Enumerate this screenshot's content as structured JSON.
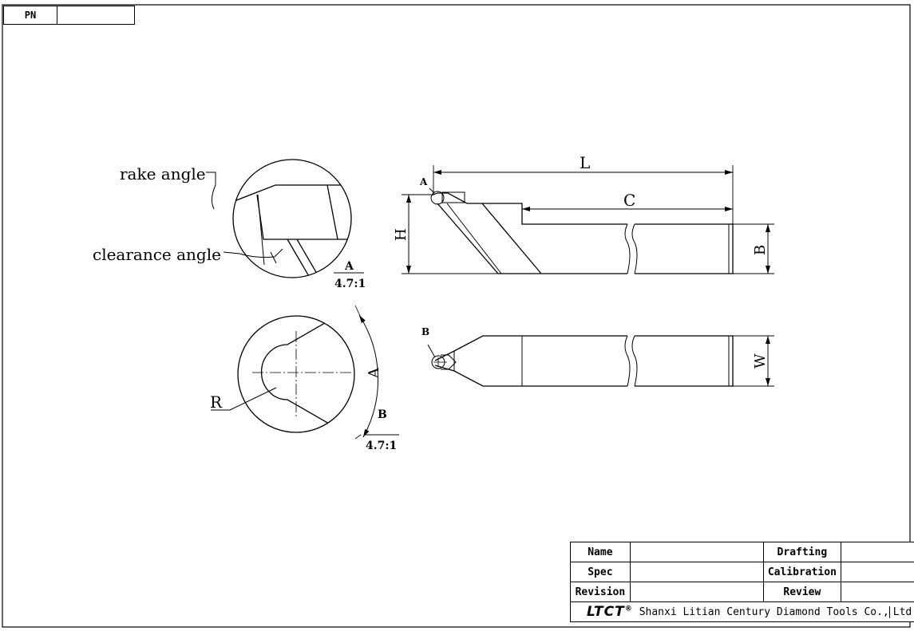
{
  "header": {
    "pn_label": "PN",
    "pn_value": ""
  },
  "detail_a": {
    "rake_label": "rake angle",
    "clearance_label": "clearance angle",
    "view_letter": "A",
    "scale": "4.7:1"
  },
  "detail_b": {
    "radius_label": "R",
    "angle_label": "A",
    "view_letter": "B",
    "scale": "4.7:1"
  },
  "side_view": {
    "callout": "A",
    "dim_length": "L",
    "dim_c": "C",
    "dim_height": "H",
    "dim_b": "B"
  },
  "top_view": {
    "callout": "B",
    "dim_width": "W"
  },
  "title_block": {
    "name_label": "Name",
    "spec_label": "Spec",
    "revision_label": "Revision",
    "drafting_label": "Drafting",
    "calibration_label": "Calibration",
    "review_label": "Review",
    "name_value": "",
    "spec_value": "",
    "revision_value": "",
    "drafting_value": "",
    "calibration_value": "",
    "review_value": "",
    "logo": "LTCT",
    "logo_mark": "®",
    "company": "Shanxi Litian Century Diamond Tools Co.,",
    "company_suffix": "Ltd"
  }
}
